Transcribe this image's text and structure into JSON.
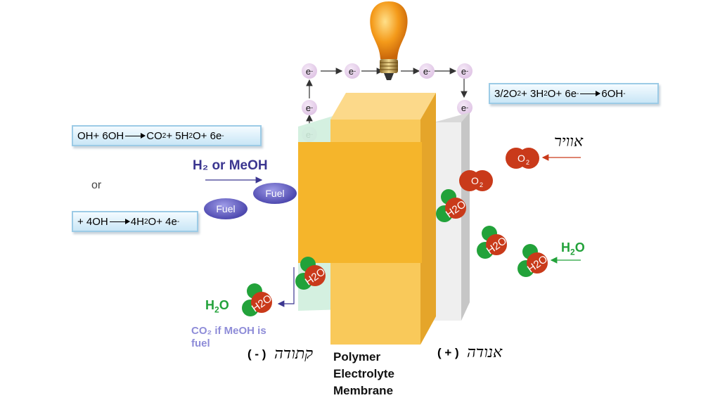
{
  "equations": {
    "anode_h2_prefix": "OH+ 6OH",
    "anode_h2_products": "CO",
    "anode_h2_rest_a": "+ 5H",
    "anode_h2_rest_b": "O+ 6e",
    "or_label": "or",
    "anode_meoh_prefix": "+ 4OH",
    "anode_meoh_products": "4H",
    "anode_meoh_rest": "O+ 4e",
    "cathode_a": "3/2O",
    "cathode_b": "+ 3H",
    "cathode_c": "O+ 6e",
    "cathode_product": "6OH"
  },
  "labels": {
    "fuel_title": "H₂ or MeOH",
    "fuel_1": "Fuel",
    "fuel_2": "Fuel",
    "h2o_right": "H",
    "h2o_left": "H",
    "co2_line1": "CO₂ if MeOH is",
    "co2_line2": "fuel",
    "membrane_line1": "Polymer",
    "membrane_line2": "Electrolyte",
    "membrane_line3": "Membrane",
    "cathode_hebrew": "קתודה",
    "cathode_sign": "( - )",
    "anode_hebrew": "אנודה",
    "anode_sign": "( + )",
    "air_hebrew": "אוויר",
    "electron": "e",
    "o2": "O",
    "water_molecule": "H O"
  },
  "colors": {
    "membrane": "#f5b52b",
    "electrode_back": "#f0f0f0",
    "water_green": "#22a23a",
    "oxygen_red": "#c93a1a",
    "fuel_purple": "#4f4ab0",
    "electron_pink": "#d8b8df",
    "eq_border": "#9ccbe6"
  }
}
